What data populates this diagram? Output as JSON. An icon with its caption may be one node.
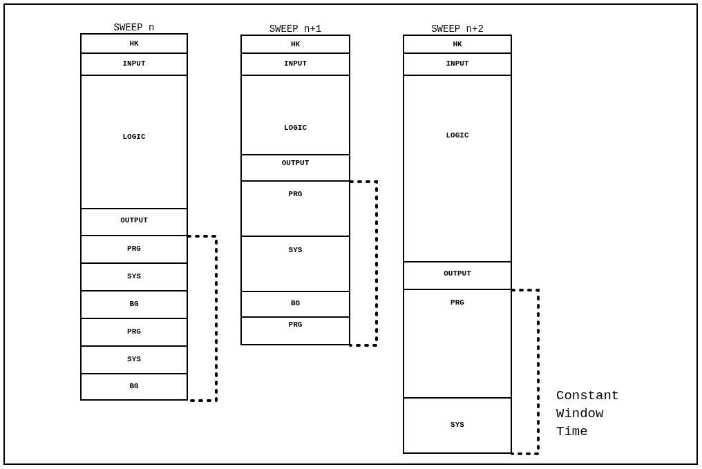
{
  "diagram": {
    "nodes": [
      {
        "text": [
          "SWEEP n"
        ]
      },
      {
        "text": [
          "HK"
        ],
        "in": 0
      },
      {
        "text": [
          "INPUT"
        ],
        "in": 0
      },
      {
        "text": [
          "LOGIC"
        ],
        "in": 0
      },
      {
        "text": [
          "OUTPUT"
        ],
        "in": 0
      },
      {
        "text": [
          "PRG"
        ],
        "in": 0
      },
      {
        "text": [
          "SYS"
        ],
        "in": 0
      },
      {
        "text": [
          "BG"
        ],
        "in": 0
      },
      {
        "text": [
          "PRG"
        ],
        "in": 0
      },
      {
        "text": [
          "SYS"
        ],
        "in": 0
      },
      {
        "text": [
          "BG"
        ],
        "in": 0
      },
      {
        "text": [
          "SWEEP n+1"
        ]
      },
      {
        "text": [
          "HK"
        ],
        "in": 11
      },
      {
        "text": [
          "INPUT"
        ],
        "in": 11
      },
      {
        "text": [
          "LOGIC"
        ],
        "in": 11
      },
      {
        "text": [
          "OUTPUT"
        ],
        "in": 11
      },
      {
        "text": [
          "PRG"
        ],
        "in": 11
      },
      {
        "text": [
          "SYS"
        ],
        "in": 11
      },
      {
        "text": [
          "BG"
        ],
        "in": 11
      },
      {
        "text": [
          "PRG"
        ],
        "in": 11
      },
      {
        "text": [
          "SWEEP n+2"
        ]
      },
      {
        "text": [
          "HK"
        ],
        "in": 20
      },
      {
        "text": [
          "INPUT"
        ],
        "in": 20
      },
      {
        "text": [
          "LOGIC"
        ],
        "in": 20
      },
      {
        "text": [
          "OUTPUT"
        ],
        "in": 20
      },
      {
        "text": [
          "PRG"
        ],
        "in": 20
      },
      {
        "text": [
          "SYS"
        ],
        "in": 20
      }
    ],
    "labels": [
      "Constant Window Time"
    ]
  }
}
